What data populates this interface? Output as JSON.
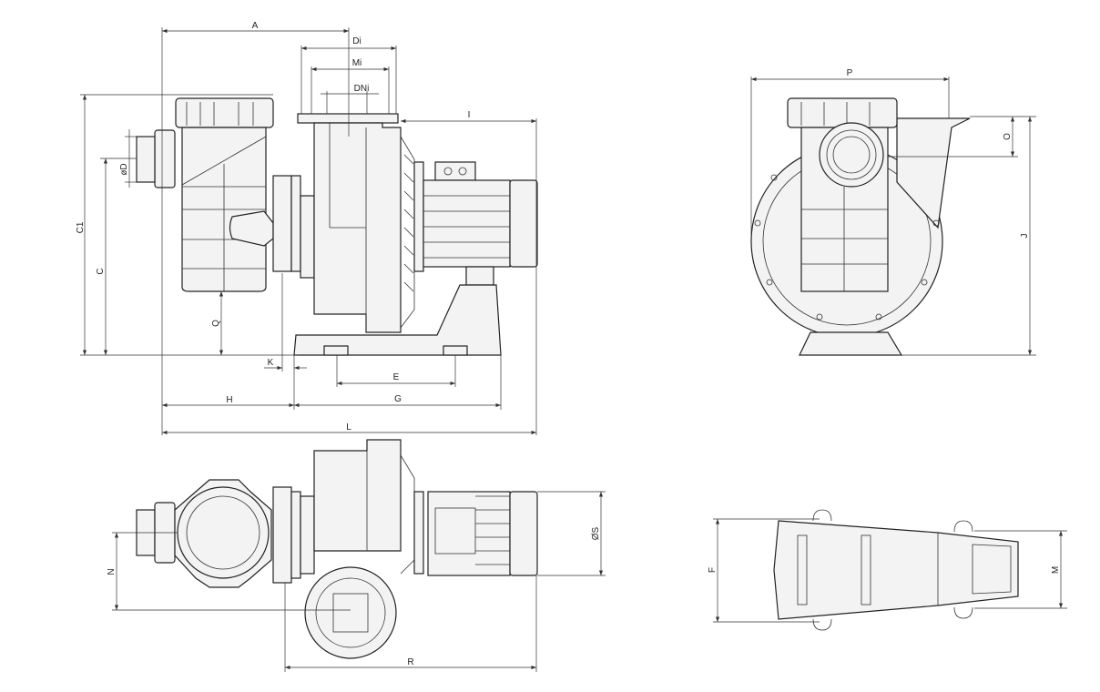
{
  "title": "Pump dimensional drawing",
  "views": {
    "front": {
      "dims": {
        "A": "A",
        "Di": "Di",
        "Mi": "Mi",
        "DNi": "DNi",
        "I": "I",
        "C1": "C1",
        "D": "øD",
        "C": "C",
        "Q": "Q",
        "K": "K",
        "E": "E",
        "H": "H",
        "G": "G",
        "L": "L"
      }
    },
    "side": {
      "dims": {
        "P": "P",
        "O": "O",
        "J": "J"
      }
    },
    "top": {
      "dims": {
        "S": "ØS",
        "N": "N",
        "R": "R"
      }
    },
    "base": {
      "dims": {
        "F": "F",
        "M": "M"
      }
    }
  },
  "colors": {
    "line": "#222222",
    "background": "#ffffff"
  }
}
